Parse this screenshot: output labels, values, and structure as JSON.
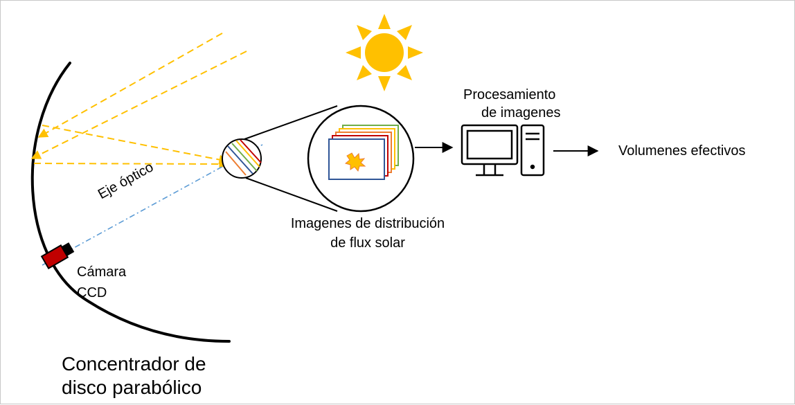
{
  "labels": {
    "eje_optico": "Eje óptico",
    "camara_line1": "Cámara",
    "camara_line2": "CCD",
    "concentrador_line1": "Concentrador de",
    "concentrador_line2": "disco parabólico",
    "imagenes_line1": "Imagenes de distribución",
    "imagenes_line2": "de flux solar",
    "procesamiento_line1": "Procesamiento",
    "procesamiento_line2": "de imagenes",
    "volumenes": "Volumenes efectivos"
  },
  "colors": {
    "sun": "#FFC000",
    "rays": "#F4B183",
    "ray_dash": "#FFC000",
    "optical_axis": "#5B9BD5",
    "camera": "#C00000",
    "frame_blue": "#2F5597",
    "frame_red": "#C00000",
    "frame_orange": "#ED7D31",
    "frame_yellow": "#FFC000",
    "frame_green": "#70AD47"
  },
  "icons": [
    "sun-icon",
    "ccd-camera-icon",
    "monitor-icon",
    "pc-tower-icon",
    "flux-spot-icon"
  ]
}
